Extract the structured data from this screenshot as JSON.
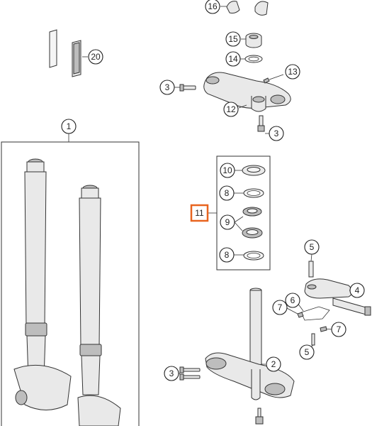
{
  "callouts": {
    "c16": "16",
    "c15": "15",
    "c14": "14",
    "c13": "13",
    "c3a": "3",
    "c12": "12",
    "c3b": "3",
    "c20": "20",
    "c1": "1",
    "c10": "10",
    "c8a": "8",
    "c11": "11",
    "c9": "9",
    "c8b": "8",
    "c5a": "5",
    "c4": "4",
    "c6": "6",
    "c7a": "7",
    "c7b": "7",
    "c5b": "5",
    "c3c": "3",
    "c2": "2"
  },
  "colors": {
    "highlight": "#e8641f",
    "line": "#333333",
    "fill": "#e9e9e9"
  }
}
